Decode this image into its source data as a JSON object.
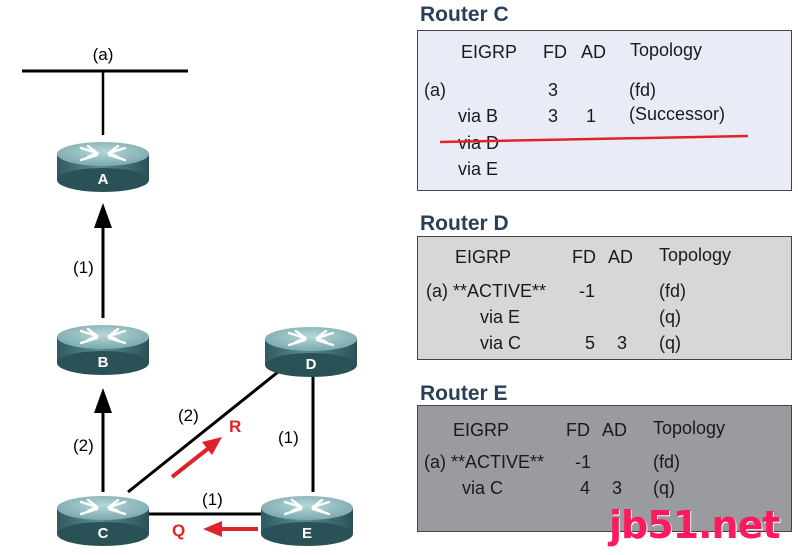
{
  "network": {
    "segment_label": "(a)",
    "routers": {
      "a": "A",
      "b": "B",
      "c": "C",
      "d": "D",
      "e": "E"
    },
    "links": {
      "ab": "(1)",
      "bc": "(2)",
      "cd": "(2)",
      "de": "(1)",
      "ce": "(1)"
    },
    "messages": {
      "reply": "R",
      "query": "Q"
    },
    "colors": {
      "arrow_red": "#e0222a",
      "router_top": "#8fb9bc",
      "router_side": "#3d6d72"
    }
  },
  "router_c": {
    "title": "Router C",
    "headers": {
      "eigrp": "EIGRP",
      "fd": "FD",
      "ad": "AD",
      "topology": "Topology"
    },
    "rows": [
      {
        "dest": "(a)",
        "via": "",
        "fd": "3",
        "ad": "",
        "topology": "(fd)"
      },
      {
        "dest": "",
        "via": "via B",
        "fd": "3",
        "ad": "1",
        "topology": "(Successor)"
      },
      {
        "dest": "",
        "via": "via D",
        "fd": "",
        "ad": "",
        "topology": ""
      },
      {
        "dest": "",
        "via": "via E",
        "fd": "",
        "ad": "",
        "topology": ""
      }
    ]
  },
  "router_d": {
    "title": "Router D",
    "headers": {
      "eigrp": "EIGRP",
      "fd": "FD",
      "ad": "AD",
      "topology": "Topology"
    },
    "rows": [
      {
        "dest": "(a) **ACTIVE**",
        "via": "",
        "fd": "-1",
        "ad": "",
        "topology": "(fd)"
      },
      {
        "dest": "",
        "via": "via E",
        "fd": "",
        "ad": "",
        "topology": "(q)"
      },
      {
        "dest": "",
        "via": "via C",
        "fd": "5",
        "ad": "3",
        "topology": "(q)"
      }
    ]
  },
  "router_e": {
    "title": "Router E",
    "headers": {
      "eigrp": "EIGRP",
      "fd": "FD",
      "ad": "AD",
      "topology": "Topology"
    },
    "rows": [
      {
        "dest": "(a) **ACTIVE**",
        "via": "",
        "fd": "-1",
        "ad": "",
        "topology": "(fd)"
      },
      {
        "dest": "",
        "via": "via C",
        "fd": "4",
        "ad": "3",
        "topology": "(q)"
      }
    ]
  },
  "watermark": "jb51.net"
}
